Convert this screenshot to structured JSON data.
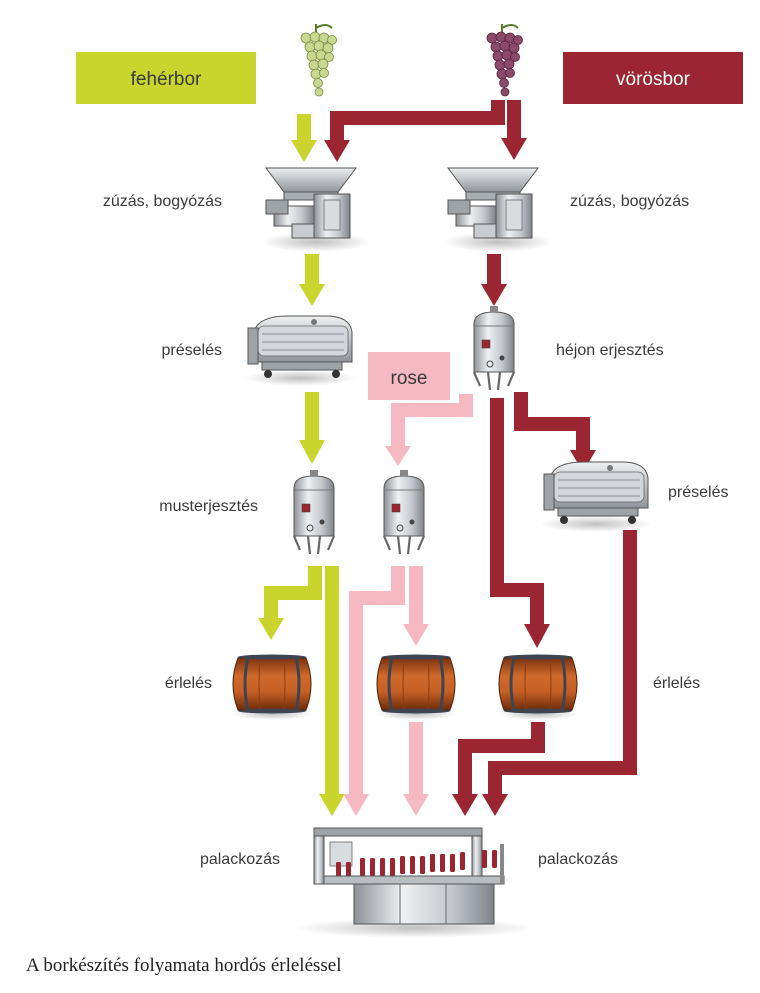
{
  "colors": {
    "white": "#c9d52c",
    "red": "#9b2531",
    "rose": "#f6b9c2",
    "label": "#3a3a3a",
    "steel": "#b9bec3",
    "barrel": "#b3561e"
  },
  "boxes": {
    "white": "fehérbor",
    "red": "vörösbor",
    "rose": "rose"
  },
  "labels": {
    "crush_left": "zúzás, bogyózás",
    "crush_right": "zúzás, bogyózás",
    "press_left": "préselés",
    "skin_ferment": "héjon erjesztés",
    "must_ferment": "musterjesztés",
    "press_right": "préselés",
    "aging_left": "érlelés",
    "aging_right": "érlelés",
    "bottling_left": "palackozás",
    "bottling_right": "palackozás"
  },
  "caption": "A borkészítés folyamata hordós érleléssel",
  "icons": [
    "white-grape-icon",
    "red-grape-icon",
    "crusher-icon",
    "press-icon",
    "tank-icon",
    "barrel-icon",
    "bottling-line-icon"
  ]
}
